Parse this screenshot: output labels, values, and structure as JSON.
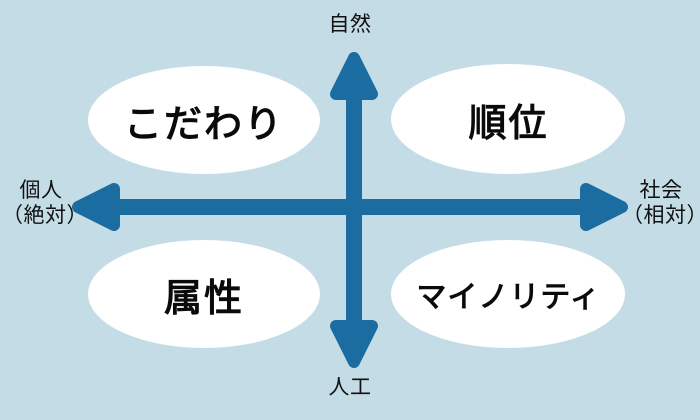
{
  "diagram": {
    "type": "2x2-quadrant-matrix",
    "colors": {
      "background": "#c3dce6",
      "axis": "#1b6ca1",
      "bubble_fill": "#ffffff",
      "text": "#0a0a0a"
    },
    "axes": {
      "vertical": {
        "top_label": "自然",
        "bottom_label": "人工"
      },
      "horizontal": {
        "left_label": "個人",
        "left_sublabel": "（絶対）",
        "right_label": "社会",
        "right_sublabel": "（相対）"
      }
    },
    "quadrants": [
      {
        "position": "top-left",
        "label": "こだわり"
      },
      {
        "position": "top-right",
        "label": "順位"
      },
      {
        "position": "bottom-left",
        "label": "属性"
      },
      {
        "position": "bottom-right",
        "label": "マイノリティ"
      }
    ]
  }
}
